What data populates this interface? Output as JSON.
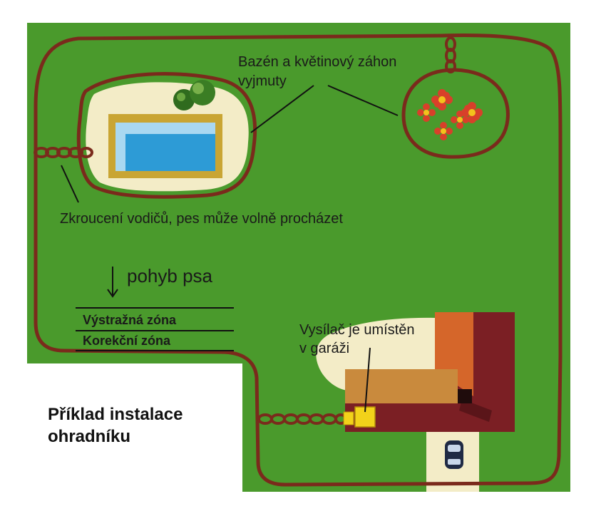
{
  "labels": {
    "pool_exempt_line1": "Bazén a květinový záhon",
    "pool_exempt_line2": "vyjmuty",
    "twisted_wires": "Zkroucení vodičů, pes může volně procházet",
    "dog_movement": "pohyb psa",
    "warning_zone": "Výstražná zóna",
    "correction_zone": "Korekční zóna",
    "transmitter_line1": "Vysílač je umístěn",
    "transmitter_line2": "v garáži",
    "title_line1": "Příklad instalace",
    "title_line2": "ohradníku"
  },
  "icons": {
    "arrow": "arrow-down-icon",
    "car": "car-icon",
    "transmitter": "transmitter-icon",
    "flowers": "flower-icon",
    "trees": "tree-icon"
  },
  "colors": {
    "lawn": "#4a9a2c",
    "wire": "#7a2a1c",
    "sand": "#f3ecc7",
    "pool_water": "#2d9bd6",
    "pool_edge": "#c9a533",
    "flower_petal": "#d8402a",
    "flower_center": "#f3c21c",
    "house_dark": "#7b1f24",
    "house_orange": "#d5662a",
    "garage_roof": "#c98a3d",
    "transmitter": "#f2d21a"
  }
}
